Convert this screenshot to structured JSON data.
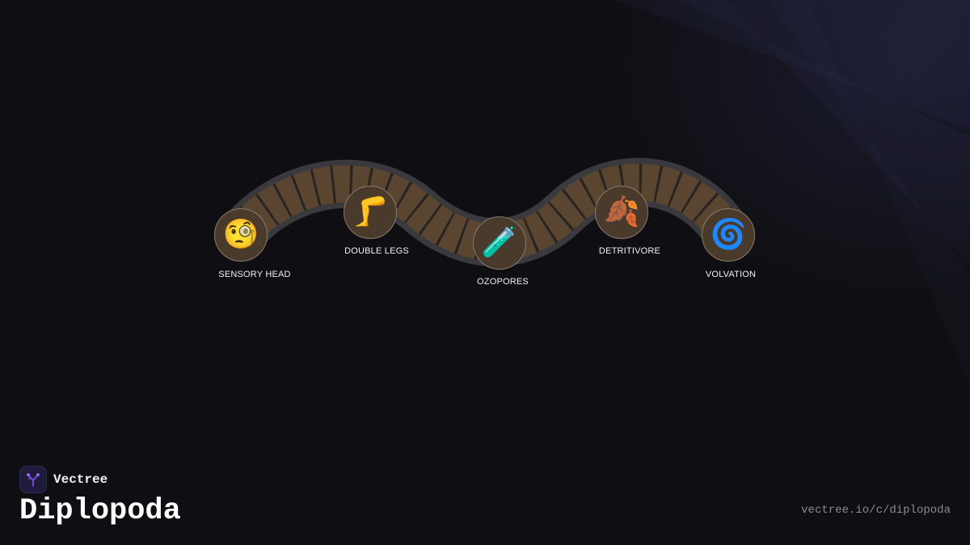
{
  "brand": {
    "name": "Vectree",
    "logo_icon": "vectree-tree-logo-icon",
    "logo_color": "#7c4ddc"
  },
  "page": {
    "title": "Diplopoda",
    "url": "vectree.io/c/diplopoda"
  },
  "colors": {
    "background": "#0f0f13",
    "body_outline": "#3a3a3e",
    "segment_fill": "#5a4530",
    "segment_divider": "#2a2420",
    "node_fill": "#4a3a2c",
    "label_text": "#f2f2f2"
  },
  "diagram": {
    "nodes": [
      {
        "label": "SENSORY HEAD",
        "icon": "monocle-face-icon",
        "emoji": "🧐"
      },
      {
        "label": "DOUBLE LEGS",
        "icon": "leg-icon",
        "emoji": "🦵"
      },
      {
        "label": "OZOPORES",
        "icon": "test-tube-icon",
        "emoji": "🧪"
      },
      {
        "label": "DETRITIVORE",
        "icon": "fallen-leaf-icon",
        "emoji": "🍂"
      },
      {
        "label": "VOLVATION",
        "icon": "cyclone-icon",
        "emoji": "🌀"
      }
    ]
  }
}
